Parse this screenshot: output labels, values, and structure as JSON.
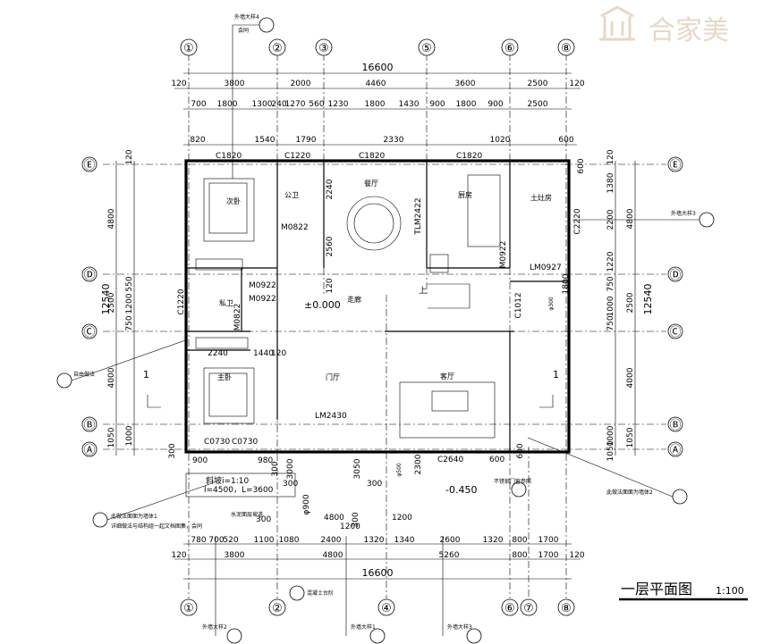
{
  "logo": {
    "text": "合家美",
    "color": "#e9d7c7"
  },
  "title": {
    "main": "一层平面图",
    "scale": "1:100"
  },
  "axes_top": [
    "①",
    "②",
    "③",
    "⑤",
    "⑥",
    "⑧"
  ],
  "axes_bottom": [
    "①",
    "②",
    "④",
    "⑥",
    "⑦",
    "⑧"
  ],
  "axes_side": [
    "Ⓔ",
    "Ⓓ",
    "Ⓒ",
    "Ⓑ",
    "Ⓐ"
  ],
  "dims": {
    "total": "16600",
    "top_row1": [
      "120",
      "3800",
      "2000",
      "4460",
      "3600",
      "2500",
      "120"
    ],
    "top_row2": [
      "700",
      "1800",
      "1300",
      "240",
      "1270",
      "560",
      "1230",
      "1800",
      "1430",
      "900",
      "1800",
      "900",
      "2500"
    ],
    "top_row3": [
      "820",
      "1540",
      "1790",
      "2330",
      "1020",
      "600"
    ],
    "bottom_row1": [
      "780",
      "700",
      "520",
      "1100",
      "1080",
      "2400",
      "1320",
      "1340",
      "2600",
      "1320",
      "800",
      "1700"
    ],
    "bottom_row2": [
      "120",
      "3800",
      "4800",
      "5260",
      "800",
      "1700",
      "120"
    ],
    "left_outer": [
      "4800",
      "2500",
      "4000",
      "1050"
    ],
    "left_total": "12540",
    "left_inner": [
      "120",
      "550",
      "1200",
      "750",
      "1000",
      "300"
    ],
    "right_outer": [
      "4800",
      "2500",
      "4000",
      "1050"
    ],
    "right_total": "12540",
    "right_inner": [
      "120",
      "1380",
      "2200",
      "1220",
      "750",
      "1000",
      "750",
      "1000",
      "1050"
    ],
    "misc": [
      "2240",
      "2560",
      "120",
      "2240",
      "1440",
      "120",
      "900",
      "980",
      "3050",
      "300",
      "300",
      "300",
      "1200",
      "300",
      "4800",
      "1200",
      "300",
      "3000",
      "2300",
      "600",
      "600",
      "1800",
      "600"
    ]
  },
  "windows": [
    "C1820",
    "C1220",
    "C1820",
    "C1820",
    "C2220",
    "C1220",
    "C1012",
    "C0730",
    "C0730",
    "C2640"
  ],
  "doors": [
    "M0822",
    "M0922",
    "M0922",
    "M0822",
    "M0922",
    "TLM2422",
    "LM0927",
    "LM2430"
  ],
  "rooms": {
    "bedroom2": "次卧",
    "bath_public": "公卫",
    "dining": "餐厅",
    "kitchen": "厨房",
    "storage": "土灶房",
    "bath_private": "私卫",
    "corridor": "走廊",
    "master": "主卧",
    "foyer": "门厅",
    "living": "客厅"
  },
  "levels": {
    "floor": "±0.000",
    "outdoor": "-0.450"
  },
  "notes": {
    "n1": "外墙大样4",
    "n2": "外墙大样3",
    "n3": "自由做法",
    "n4": "此做法面面为墙体1",
    "n5": "此做法面面为墙体2",
    "n6": "外墙大样2",
    "n7": "混凝土台阶",
    "n8": "外墙大样1",
    "n9": "外墙大样3",
    "n10": "水泥面层坡道",
    "n11": "斜坡i=1:10",
    "n12": "l=4500，L=3600",
    "n13": "不锈钢门窗参照",
    "n14": "会同",
    "n15": "详细做法与结构组一起文档图集，会同",
    "n16": "上",
    "n17": "φ900",
    "n18": "φ500",
    "n19": "φ300",
    "n20": "1",
    "n21": "1"
  }
}
